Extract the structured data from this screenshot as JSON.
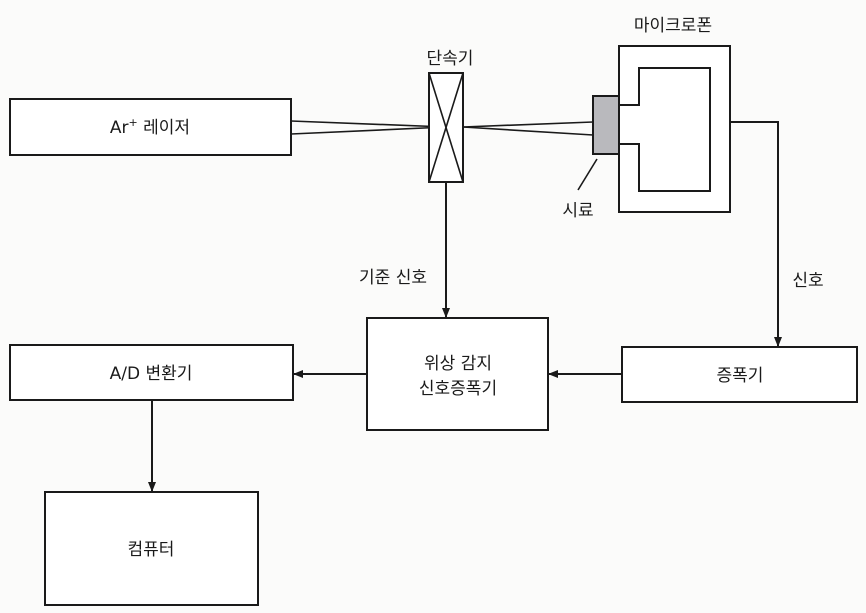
{
  "diagram": {
    "type": "block-diagram",
    "blocks": {
      "laser": {
        "label": "Ar",
        "superscript": "+",
        "label_suffix": " 레이저"
      },
      "chopper": {
        "label": "단속기"
      },
      "microphone": {
        "label": "마이크로폰"
      },
      "sample": {
        "label": "시료",
        "color": "#b9b9bd"
      },
      "lockin": {
        "line1": "위상 감지",
        "line2": "신호증폭기"
      },
      "amplifier": {
        "label": "증폭기"
      },
      "adc": {
        "label": "A/D 변환기"
      },
      "computer": {
        "label": "컴퓨터"
      }
    },
    "edges": [
      {
        "from": "laser",
        "to": "chopper",
        "kind": "beam"
      },
      {
        "from": "chopper",
        "to": "sample",
        "kind": "beam"
      },
      {
        "from": "chopper",
        "to": "lockin",
        "label": "기준 신호"
      },
      {
        "from": "microphone",
        "to": "amplifier",
        "label": "신호"
      },
      {
        "from": "amplifier",
        "to": "lockin",
        "label": ""
      },
      {
        "from": "lockin",
        "to": "adc",
        "label": ""
      },
      {
        "from": "adc",
        "to": "computer",
        "label": ""
      }
    ],
    "edge_labels": {
      "reference": "기준 신호",
      "signal": "신호"
    }
  }
}
